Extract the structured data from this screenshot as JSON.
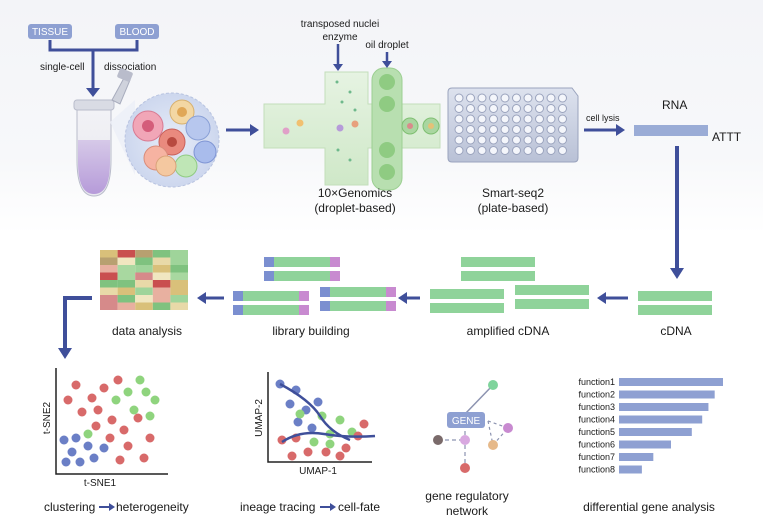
{
  "top": {
    "tissue": "TISSUE",
    "blood": "BLOOD",
    "single_cell": "single-cell",
    "dissociation": "dissociation",
    "transposed_line1": "transposed nuclei",
    "transposed_line2": "enzyme",
    "oil_droplet": "oil droplet",
    "genomics_line1": "10×Genomics",
    "genomics_line2": "(droplet-based)",
    "smartseq_line1": "Smart-seq2",
    "smartseq_line2": "(plate-based)",
    "cell_lysis": "cell lysis",
    "rna": "RNA",
    "attt": "ATTT"
  },
  "middle": {
    "cdna": "cDNA",
    "amplified": "amplified cDNA",
    "library": "library building",
    "data_analysis": "data analysis"
  },
  "bottom": {
    "clustering": "clustering",
    "heterogeneity": "heterogeneity",
    "lineage": "ineage tracing",
    "cell_fate": "cell-fate",
    "grn_line1": "gene regulatory",
    "grn_line2": "network",
    "gene_node": "GENE",
    "diff": "differential gene analysis",
    "tsne_x": "t-SNE1",
    "tsne_y": "t-SNE2",
    "umap_x": "UMAP-1",
    "umap_y": "UMAP-2"
  },
  "colors": {
    "arrow": "#3f4f9a",
    "red": "#d86a6a",
    "green": "#8fd47e",
    "blue": "#6b7fc6",
    "strand_green": "#8fd39a",
    "strand_purple": "#c88ad0",
    "strand_blue": "#7b8fd0"
  },
  "chart_data": {
    "type": "bar",
    "categories": [
      "function1",
      "function2",
      "function3",
      "function4",
      "function5",
      "function6",
      "function7",
      "function8"
    ],
    "values": [
      100,
      92,
      86,
      80,
      70,
      50,
      33,
      22
    ],
    "title": "",
    "xlabel": "",
    "ylabel": ""
  }
}
